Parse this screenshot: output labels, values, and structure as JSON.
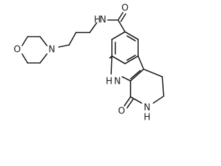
{
  "molecule": {
    "atoms": {
      "carbonyl_oxygen_amide": "O",
      "amide_nitrogen": "N",
      "amide_hydrogen": "H",
      "morpholine_oxygen": "O",
      "morpholine_nitrogen": "N",
      "indole_nitrogen": "N",
      "indole_hydrogen": "H",
      "lactam_nitrogen": "N",
      "lactam_hydrogen": "H",
      "lactam_oxygen": "O"
    }
  }
}
